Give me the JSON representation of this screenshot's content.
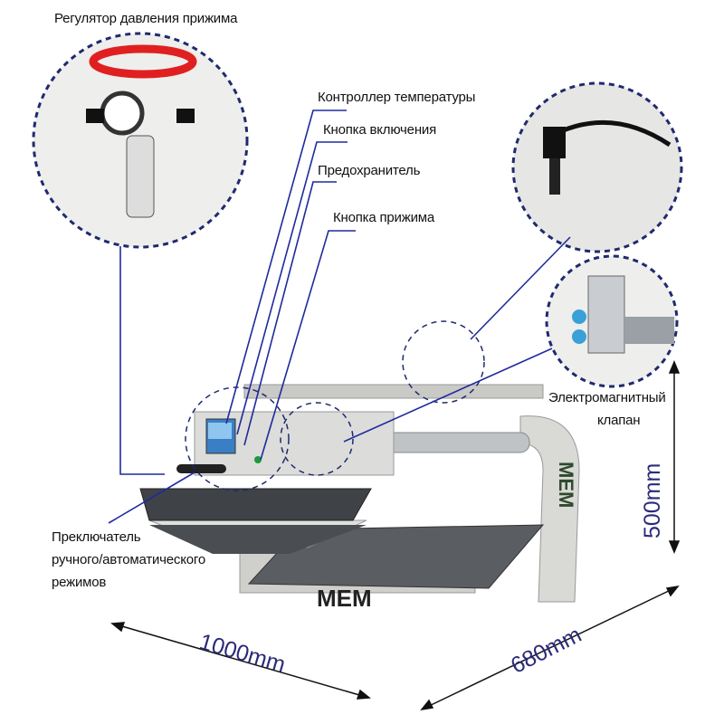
{
  "labels": {
    "regulator": "Регулятор давления прижима",
    "controller": "Контроллер температуры",
    "power_button": "Кнопка включения",
    "fuse": "Предохранитель",
    "press_button": "Кнопка прижима",
    "valve_line1": "Электромагнитный",
    "valve_line2": "клапан",
    "switch_line1": "Преключатель",
    "switch_line2": "ручного/автоматического",
    "switch_line3": "режимов"
  },
  "dimensions": {
    "width": "1000mm",
    "depth": "680mm",
    "height": "500mm"
  },
  "brand": "MEM",
  "colors": {
    "accent": "#2b2b7a",
    "leader": "#1f2a9c",
    "machine": "#d6d6d3",
    "plate": "#4a4d52"
  }
}
